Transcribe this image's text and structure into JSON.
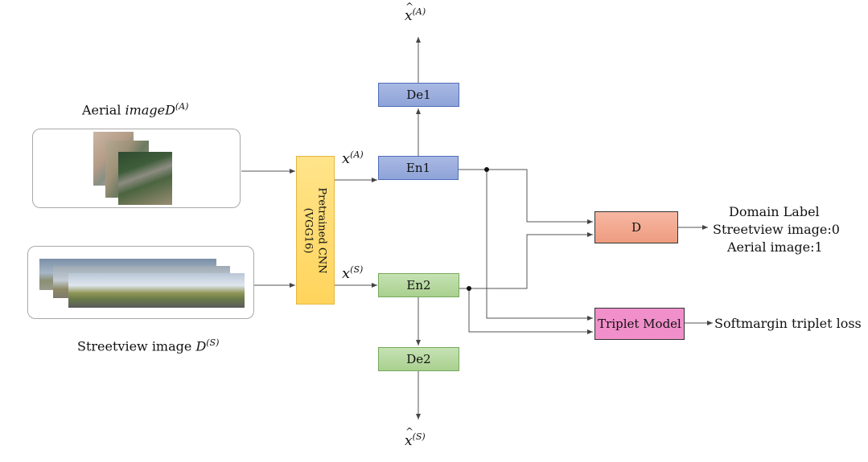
{
  "nodes": {
    "de1": "De1",
    "en1": "En1",
    "en2": "En2",
    "de2": "De2",
    "d": "D",
    "triplet": "Triplet Model",
    "cnn_line1": "Pretrained CNN",
    "cnn_line2": "(VGG16)"
  },
  "labels": {
    "aerial_prefix": "Aerial ",
    "aerial_var": "imageD",
    "aerial_sup": "(A)",
    "street_prefix": "Streetview image ",
    "street_var": "D",
    "street_sup": "(S)",
    "xa_var": "x",
    "xa_sup": "(A)",
    "xs_var": "x",
    "xs_sup": "(S)",
    "xhat_a_var": "x",
    "xhat_a_sup": "(A)",
    "xhat_s_var": "x",
    "xhat_s_sup": "(S)",
    "domain_title": "Domain Label",
    "domain_street": "Streetview image:0",
    "domain_aerial": "Aerial image:1",
    "loss": "Softmargin triplet loss"
  },
  "colors": {
    "encoder_blue": "#8ea3d8",
    "encoder_green": "#a9d08f",
    "discriminator": "#ef9c80",
    "triplet": "#f08fc9",
    "cnn": "#ffd45c"
  }
}
